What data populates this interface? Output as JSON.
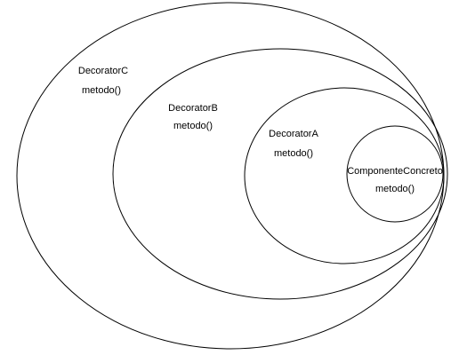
{
  "diagram": {
    "line_color": "#000000",
    "background": "#ffffff",
    "layers": [
      {
        "name": "DecoratorC",
        "method": "metodo()"
      },
      {
        "name": "DecoratorB",
        "method": "metodo()"
      },
      {
        "name": "DecoratorA",
        "method": "metodo()"
      },
      {
        "name": "ComponenteConcreto",
        "method": "metodo()"
      }
    ]
  }
}
